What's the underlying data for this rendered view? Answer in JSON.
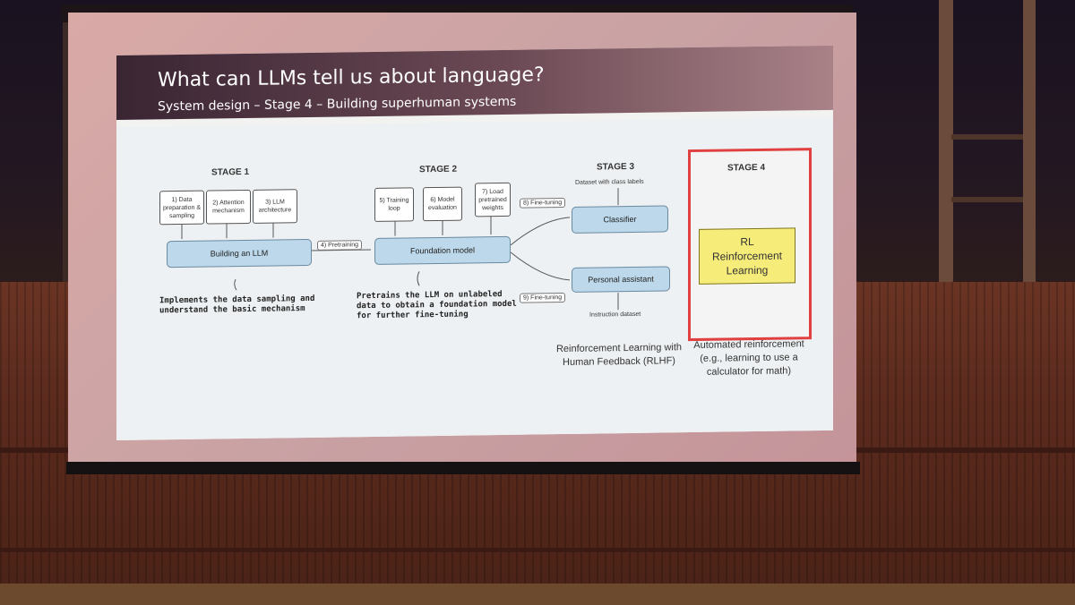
{
  "slide": {
    "title": "What can LLMs tell us about language?",
    "subtitle": "System design – Stage 4 – Building superhuman systems"
  },
  "stage1": {
    "label": "STAGE 1",
    "steps": [
      "1) Data preparation & sampling",
      "2) Attention mechanism",
      "3) LLM architecture"
    ],
    "main_box": "Building an LLM",
    "note": "Implements the data sampling and understand the basic mechanism"
  },
  "pretraining_tag": "4) Pretraining",
  "stage2": {
    "label": "STAGE 2",
    "steps": [
      "5) Training loop",
      "6) Model evaluation",
      "7) Load pretrained weights"
    ],
    "main_box": "Foundation model",
    "note": "Pretrains the LLM on unlabeled data to obtain a foundation model for further fine-tuning"
  },
  "stage3": {
    "label": "STAGE 3",
    "dataset_caption": "Dataset with class labels",
    "finetune_8": "8) Fine-tuning",
    "classifier": "Classifier",
    "assistant": "Personal assistant",
    "finetune_9": "9) Fine-tuning",
    "instruction_caption": "Instruction dataset",
    "rlhf_text": "Reinforcement Learning with Human Feedback (RLHF)"
  },
  "stage4": {
    "label": "STAGE 4",
    "rl_line1": "RL",
    "rl_line2": "Reinforcement",
    "rl_line3": "Learning",
    "automated_text": "Automated reinforcement (e.g., learning to use a calculator for math)"
  }
}
